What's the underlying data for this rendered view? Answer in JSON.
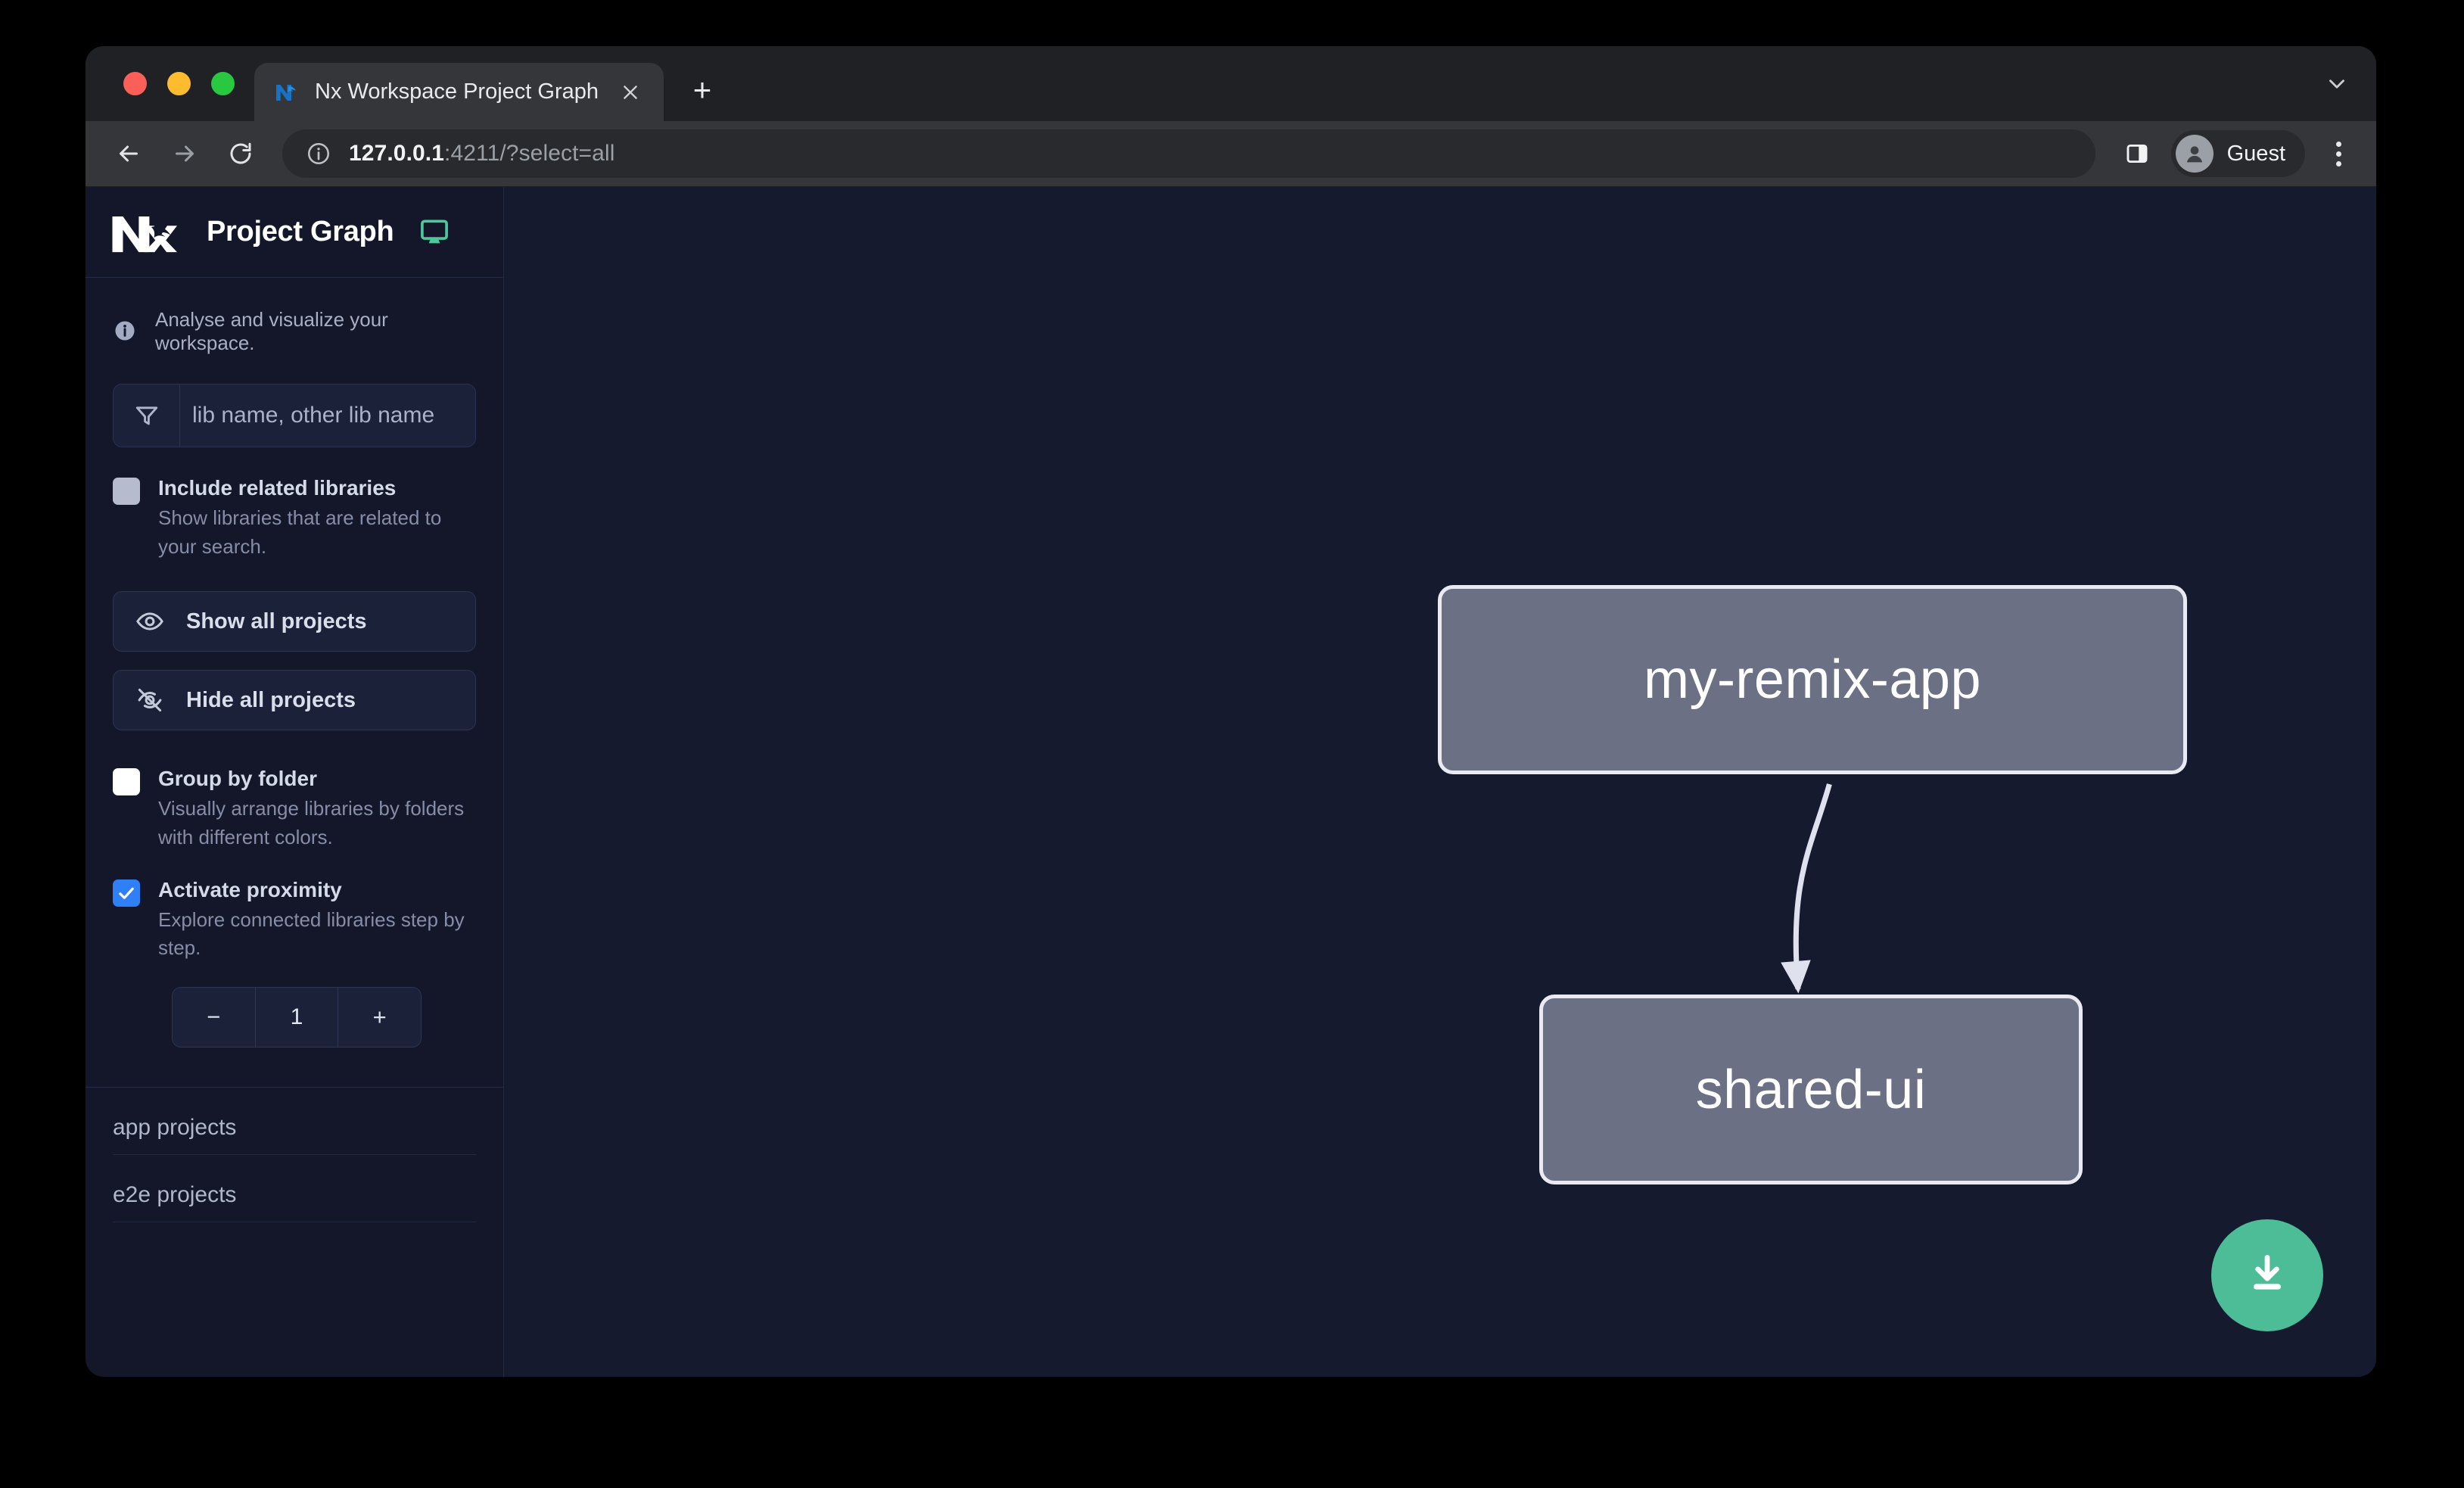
{
  "browser": {
    "tab": {
      "title": "Nx Workspace Project Graph",
      "favicon_icon": "nx-logo-icon",
      "close_icon": "close-icon"
    },
    "new_tab_label": "+",
    "tab_list_chevron_icon": "chevron-down-icon",
    "toolbar": {
      "back_icon": "arrow-left-icon",
      "forward_icon": "arrow-right-icon",
      "reload_icon": "reload-icon",
      "site_info_icon": "info-circle-icon",
      "url_host": "127.0.0.1",
      "url_rest": ":4211/?select=all",
      "url_full": "127.0.0.1:4211/?select=all",
      "side_panel_icon": "side-panel-icon",
      "profile_name": "Guest",
      "profile_avatar_icon": "person-icon",
      "menu_icon": "kebab-menu-icon"
    },
    "window_controls": {
      "close": "close-window",
      "minimize": "minimize-window",
      "maximize": "maximize-window"
    }
  },
  "sidebar": {
    "logo_icon": "nx-logo-icon",
    "title": "Project Graph",
    "monitor_icon": "monitor-icon",
    "note": {
      "icon": "info-icon",
      "text": "Analyse and visualize your workspace."
    },
    "search": {
      "icon": "filter-funnel-icon",
      "placeholder": "lib name, other lib name",
      "value": ""
    },
    "options": [
      {
        "id": "include-related-libraries",
        "label": "Include related libraries",
        "description": "Show libraries that are related to your search.",
        "checked": false,
        "checkbox_style": "grey"
      },
      {
        "id": "group-by-folder",
        "label": "Group by folder",
        "description": "Visually arrange libraries by folders with different colors.",
        "checked": false,
        "checkbox_style": "white"
      },
      {
        "id": "activate-proximity",
        "label": "Activate proximity",
        "description": "Explore connected libraries step by step.",
        "checked": true,
        "checkbox_style": "blue"
      }
    ],
    "buttons": [
      {
        "id": "show-all-projects",
        "label": "Show all projects",
        "icon": "eye-icon"
      },
      {
        "id": "hide-all-projects",
        "label": "Hide all projects",
        "icon": "eye-off-icon"
      }
    ],
    "stepper": {
      "decrement_label": "−",
      "value": "1",
      "increment_label": "+"
    },
    "project_groups": [
      {
        "id": "app-projects",
        "label": "app projects"
      },
      {
        "id": "e2e-projects",
        "label": "e2e projects"
      }
    ],
    "scrollbar": {
      "visible": true
    }
  },
  "graph": {
    "nodes": [
      {
        "id": "my-remix-app",
        "label": "my-remix-app"
      },
      {
        "id": "shared-ui",
        "label": "shared-ui"
      }
    ],
    "edges": [
      {
        "from": "my-remix-app",
        "to": "shared-ui",
        "arrow": true
      }
    ],
    "download_button": {
      "icon": "download-icon",
      "color": "#4cbd96"
    }
  },
  "colors": {
    "canvas_bg": "#151a2e",
    "sidebar_bg": "#131729",
    "node_fill": "#6b7085",
    "node_stroke": "#e9eaf2",
    "accent_green": "#4cbd96",
    "checkbox_blue": "#2f7ff6",
    "monitor_green": "#4fc79c"
  }
}
